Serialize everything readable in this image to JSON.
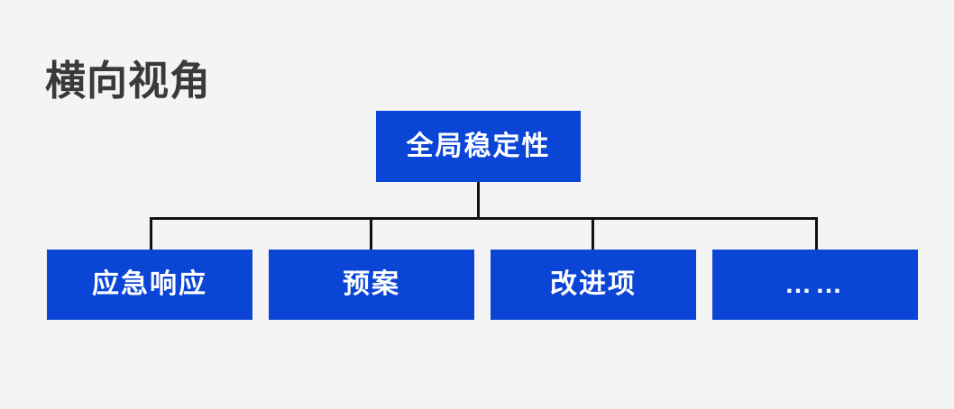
{
  "page": {
    "title": "横向视角",
    "background_color": "#f4f4f4",
    "title_color": "#3a3a3a"
  },
  "diagram": {
    "type": "tree",
    "orientation": "top-down",
    "node_fill_color": "#0a45d6",
    "node_text_color": "#ffffff",
    "connector_color": "#111111",
    "root": {
      "label": "全局稳定性"
    },
    "children": [
      {
        "label": "应急响应"
      },
      {
        "label": "预案"
      },
      {
        "label": "改进项"
      },
      {
        "label": "……"
      }
    ]
  }
}
